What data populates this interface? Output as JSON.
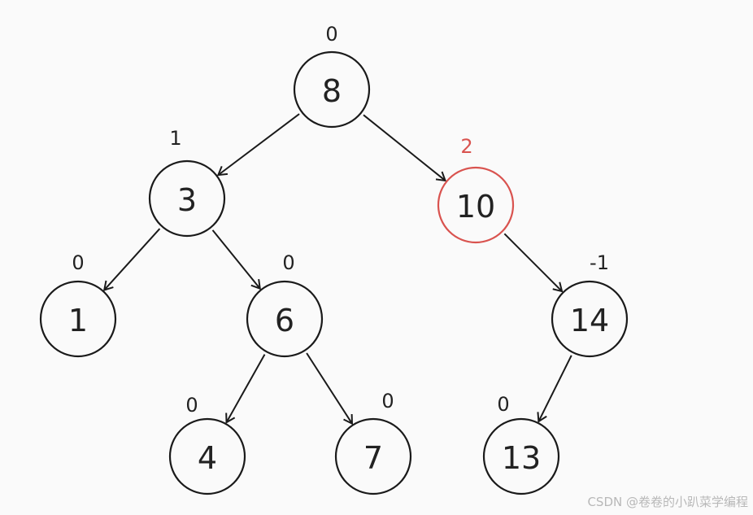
{
  "nodes": [
    {
      "id": "n8",
      "label": "8",
      "balance": "0",
      "highlight": false
    },
    {
      "id": "n3",
      "label": "3",
      "balance": "1",
      "highlight": false
    },
    {
      "id": "n10",
      "label": "10",
      "balance": "2",
      "highlight": true
    },
    {
      "id": "n1",
      "label": "1",
      "balance": "0",
      "highlight": false
    },
    {
      "id": "n6",
      "label": "6",
      "balance": "0",
      "highlight": false
    },
    {
      "id": "n14",
      "label": "14",
      "balance": "-1",
      "highlight": false
    },
    {
      "id": "n4",
      "label": "4",
      "balance": "0",
      "highlight": false
    },
    {
      "id": "n7",
      "label": "7",
      "balance": "0",
      "highlight": false
    },
    {
      "id": "n13",
      "label": "13",
      "balance": "0",
      "highlight": false
    }
  ],
  "edges": [
    {
      "from": "n8",
      "to": "n3"
    },
    {
      "from": "n8",
      "to": "n10"
    },
    {
      "from": "n3",
      "to": "n1"
    },
    {
      "from": "n3",
      "to": "n6"
    },
    {
      "from": "n10",
      "to": "n14"
    },
    {
      "from": "n6",
      "to": "n4"
    },
    {
      "from": "n6",
      "to": "n7"
    },
    {
      "from": "n14",
      "to": "n13"
    }
  ],
  "colors": {
    "default_stroke": "#1a1a1a",
    "highlight": "#d9534f",
    "background": "#fafafa"
  },
  "watermark": "CSDN @卷卷的小趴菜学编程"
}
